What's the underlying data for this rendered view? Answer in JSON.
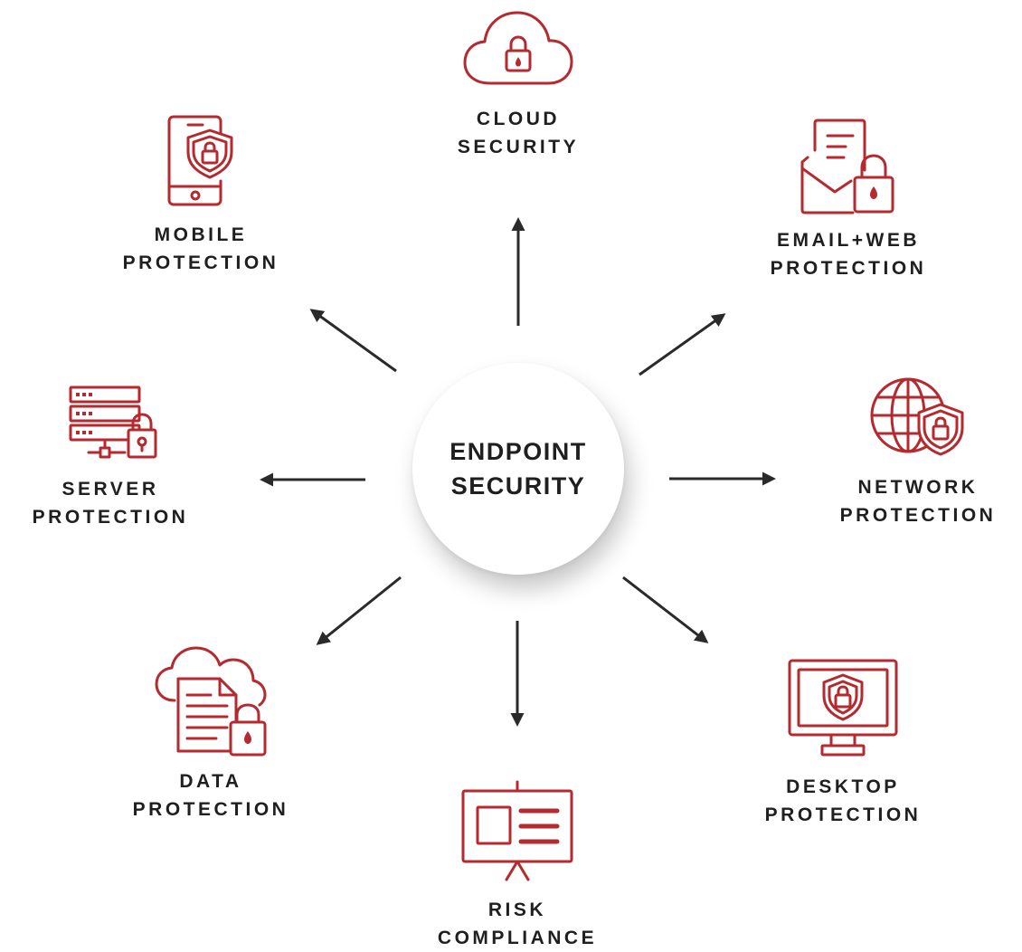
{
  "center": {
    "line1": "ENDPOINT",
    "line2": "SECURITY"
  },
  "nodes": {
    "cloud": {
      "line1": "CLOUD",
      "line2": "SECURITY",
      "icon": "cloud-lock-icon"
    },
    "email": {
      "line1": "EMAIL+WEB",
      "line2": "PROTECTION",
      "icon": "email-lock-icon"
    },
    "network": {
      "line1": "NETWORK",
      "line2": "PROTECTION",
      "icon": "globe-shield-icon"
    },
    "desktop": {
      "line1": "DESKTOP",
      "line2": "PROTECTION",
      "icon": "monitor-shield-icon"
    },
    "risk": {
      "line1": "RISK",
      "line2": "COMPLIANCE",
      "icon": "presentation-board-icon"
    },
    "data": {
      "line1": "DATA",
      "line2": "PROTECTION",
      "icon": "cloud-document-lock-icon"
    },
    "server": {
      "line1": "SERVER",
      "line2": "PROTECTION",
      "icon": "server-lock-icon"
    },
    "mobile": {
      "line1": "MOBILE",
      "line2": "PROTECTION",
      "icon": "phone-shield-icon"
    }
  },
  "colors": {
    "accent": "#b52a2e",
    "text": "#1f1f1f",
    "arrow": "#2a2a2a"
  }
}
